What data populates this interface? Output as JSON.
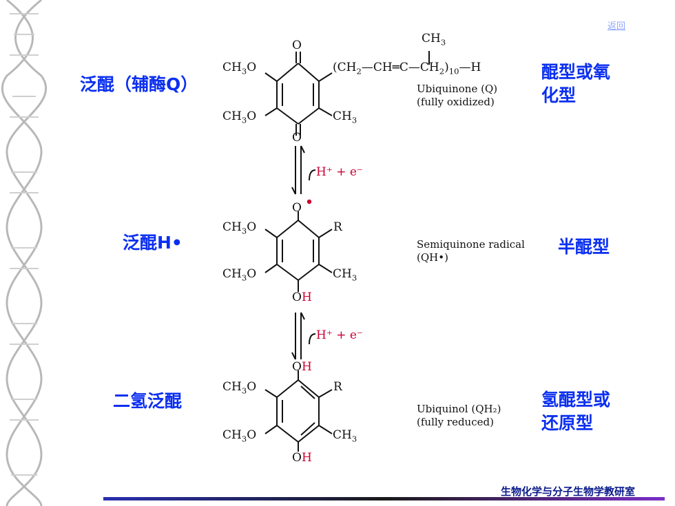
{
  "nav": {
    "back_label": "返回"
  },
  "labels": {
    "q_name": "泛醌（辅酶Q）",
    "qh_name": "泛醌H•",
    "qh2_name": "二氢泛醌",
    "q_form_line1": "醌型或氧",
    "q_form_line2": "化型",
    "qh_form": "半醌型",
    "qh2_form_line1": "氢醌型或",
    "qh2_form_line2": "还原型"
  },
  "molecules": {
    "q": {
      "line1": "Ubiquinone (Q)",
      "line2": "(fully oxidized)"
    },
    "qh": {
      "line1": "Semiquinone radical",
      "line2": "(QH•)"
    },
    "qh2": {
      "line1": "Ubiquinol (QH₂)",
      "line2": "(fully reduced)"
    }
  },
  "reactions": {
    "step1": "H⁺ + e⁻",
    "step2": "H⁺ + e⁻"
  },
  "footer": {
    "department": "生物化学与分子生物学教研室"
  },
  "colors": {
    "label_blue": "#0b2ff0",
    "accent_red": "#cc0033",
    "footer_text": "#0a1a8a"
  }
}
